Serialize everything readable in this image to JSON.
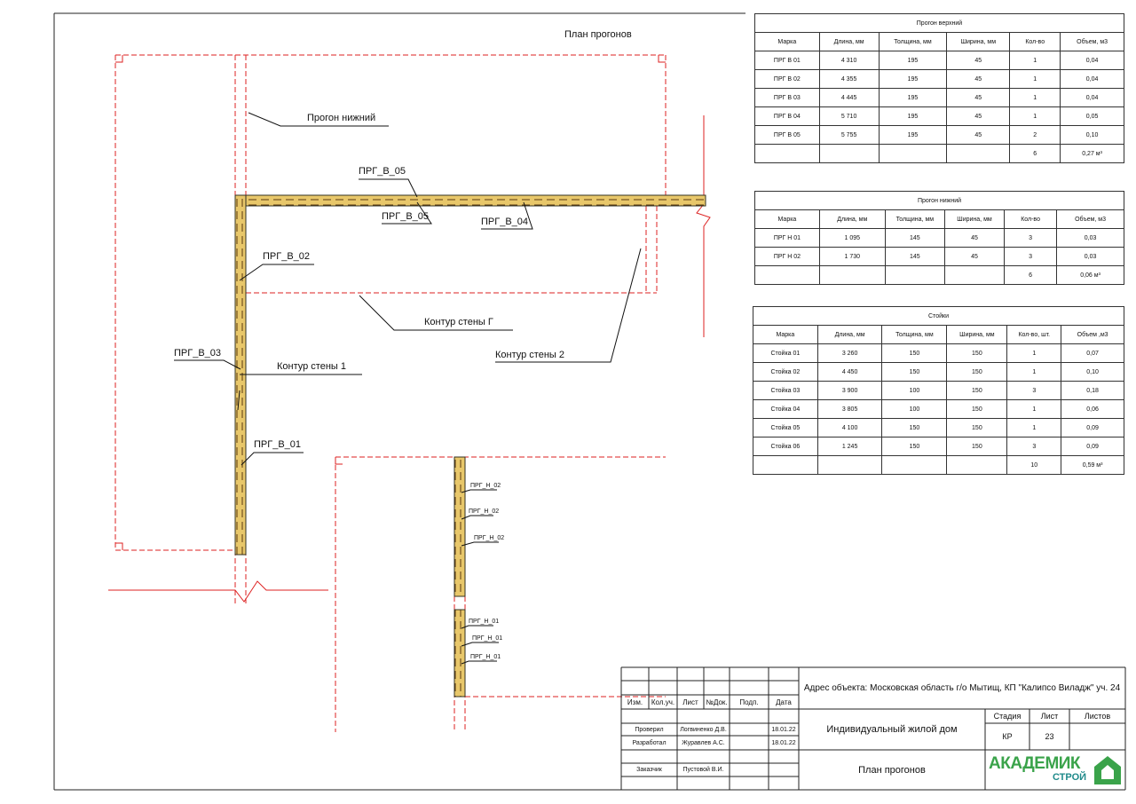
{
  "drawing": {
    "title": "План прогонов",
    "labels": {
      "progon_nizhniy": "Прогон нижний",
      "prg_v_05_a": "ПРГ_В_05",
      "prg_v_05_b": "ПРГ_В_05",
      "prg_v_04": "ПРГ_В_04",
      "prg_v_02": "ПРГ_В_02",
      "prg_v_03": "ПРГ_В_03",
      "prg_v_01": "ПРГ_В_01",
      "kontur_1": "Контур стены 1",
      "kontur_g": "Контур стены Г",
      "kontur_2": "Контур стены 2",
      "prg_n_02": [
        "ПРГ_Н_02",
        "ПРГ_Н_02",
        "ПРГ_Н_02"
      ],
      "prg_n_01": [
        "ПРГ_Н_01",
        "ПРГ_Н_01",
        "ПРГ_Н_01"
      ]
    }
  },
  "tables": [
    {
      "title": "Прогон верхний",
      "headers": [
        "Марка",
        "Длина, мм",
        "Толщина, мм",
        "Ширина, мм",
        "Кол-во",
        "Объем, м3"
      ],
      "rows": [
        [
          "ПРГ В 01",
          "4 310",
          "195",
          "45",
          "1",
          "0,04"
        ],
        [
          "ПРГ В 02",
          "4 355",
          "195",
          "45",
          "1",
          "0,04"
        ],
        [
          "ПРГ В 03",
          "4 445",
          "195",
          "45",
          "1",
          "0,04"
        ],
        [
          "ПРГ В 04",
          "5 710",
          "195",
          "45",
          "1",
          "0,05"
        ],
        [
          "ПРГ В 05",
          "5 755",
          "195",
          "45",
          "2",
          "0,10"
        ],
        [
          "",
          "",
          "",
          "",
          "6",
          "0,27 м³"
        ]
      ]
    },
    {
      "title": "Прогон нижний",
      "headers": [
        "Марка",
        "Длина, мм",
        "Толщина, мм",
        "Ширина, мм",
        "Кол-во",
        "Объем, м3"
      ],
      "rows": [
        [
          "ПРГ Н 01",
          "1 095",
          "145",
          "45",
          "3",
          "0,03"
        ],
        [
          "ПРГ Н 02",
          "1 730",
          "145",
          "45",
          "3",
          "0,03"
        ],
        [
          "",
          "",
          "",
          "",
          "6",
          "0,06 м³"
        ]
      ]
    },
    {
      "title": "Стойки",
      "headers": [
        "Марка",
        "Длина, мм",
        "Толщина, мм",
        "Ширина, мм",
        "Кол-во, шт.",
        "Объем ,м3"
      ],
      "rows": [
        [
          "Стойка 01",
          "3 260",
          "150",
          "150",
          "1",
          "0,07"
        ],
        [
          "Стойка 02",
          "4 450",
          "150",
          "150",
          "1",
          "0,10"
        ],
        [
          "Стойка 03",
          "3 900",
          "100",
          "150",
          "3",
          "0,18"
        ],
        [
          "Стойка 04",
          "3 805",
          "100",
          "150",
          "1",
          "0,06"
        ],
        [
          "Стойка 05",
          "4 100",
          "150",
          "150",
          "1",
          "0,09"
        ],
        [
          "Стойка 06",
          "1 245",
          "150",
          "150",
          "3",
          "0,09"
        ],
        [
          "",
          "",
          "",
          "",
          "10",
          "0,59 м³"
        ]
      ]
    }
  ],
  "title_block": {
    "address": "Адрес объекта: Московская область г/о Мытищ, КП \"Калипсо Виладж\" уч. 24",
    "headers": [
      "Изм.",
      "Кол.уч.",
      "Лист",
      "№Док.",
      "Подп.",
      "Дата"
    ],
    "checked_label": "Проверил",
    "checked_name": "Логвиненко Д.В.",
    "checked_date": "18.01.22",
    "developed_label": "Разработал",
    "developed_name": "Журавлев А.С.",
    "developed_date": "18.01.22",
    "customer_label": "Заказчик",
    "customer_name": "Пустовой В.И.",
    "project": "Индивидуальный жилой дом",
    "sheet_title": "План прогонов",
    "stage_label": "Стадия",
    "stage": "КР",
    "sheet_label": "Лист",
    "sheet": "23",
    "sheets_label": "Листов",
    "logo_main": "АКАДЕМИК",
    "logo_sub": "СТРОЙ",
    "logo_color": "#3aa34a"
  }
}
